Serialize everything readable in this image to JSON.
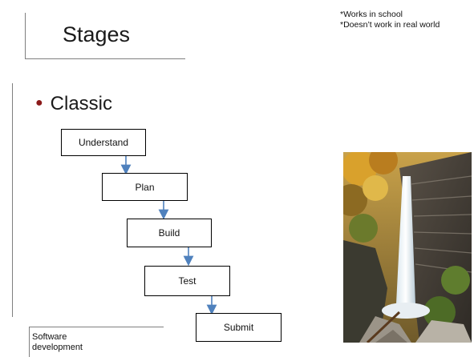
{
  "slide": {
    "title": "Stages",
    "notes": [
      "*Works in school",
      "*Doesn’t work in real world"
    ],
    "bullet": "Classic",
    "steps": [
      "Understand",
      "Plan",
      "Build",
      "Test",
      "Submit"
    ],
    "footer": [
      "Software",
      "development"
    ]
  },
  "colors": {
    "accent": "#8b1a1a",
    "arrow": "#4f81bd",
    "line": "#7f7f7f"
  }
}
